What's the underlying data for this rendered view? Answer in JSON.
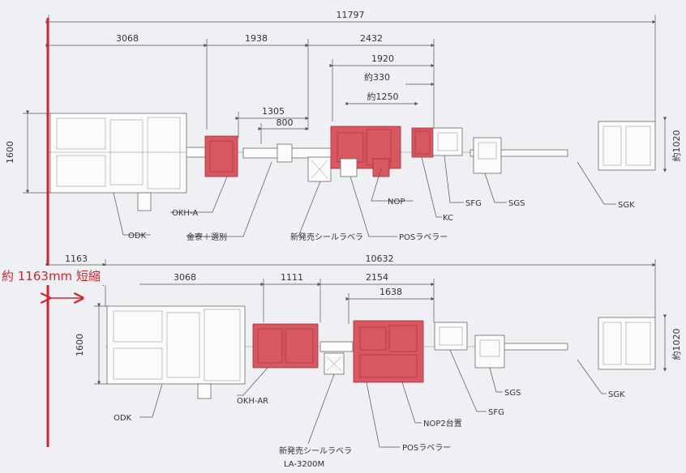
{
  "colors": {
    "highlight": "#d1242f",
    "machine_red": "#d85862",
    "background": "#eef0f4"
  },
  "top": {
    "dims": {
      "total": "11797",
      "d3068": "3068",
      "d1938": "1938",
      "d2432": "2432",
      "d1920": "1920",
      "d330": "約330",
      "d1250": "約1250",
      "d1305": "1305",
      "d800": "800",
      "height": "1600",
      "right_height": "約1020"
    },
    "labels": {
      "odk": "ODK",
      "okh": "OKH-A",
      "kinsoku": "金寮＋選別",
      "seal": "新発売シールラベラ",
      "nop": "NOP",
      "pos": "POSラベラー",
      "kc": "KC",
      "sfg": "SFG",
      "sgs": "SGS",
      "sgk": "SGK"
    }
  },
  "bottom": {
    "dims": {
      "short": "1163",
      "total": "10632",
      "d3068": "3068",
      "d1111": "1111",
      "d2154": "2154",
      "d1638": "1638",
      "height": "1600",
      "right_height": "約1020"
    },
    "labels": {
      "odk": "ODK",
      "okh": "OKH-AR",
      "seal": "新発売シールラベラ",
      "seal_model": "LA-3200M",
      "pos": "POSラベラー",
      "nop": "NOP2台置",
      "sfg": "SFG",
      "sgs": "SGS",
      "sgk": "SGK"
    }
  },
  "annotation": {
    "text": "約 1163mm 短縮"
  }
}
